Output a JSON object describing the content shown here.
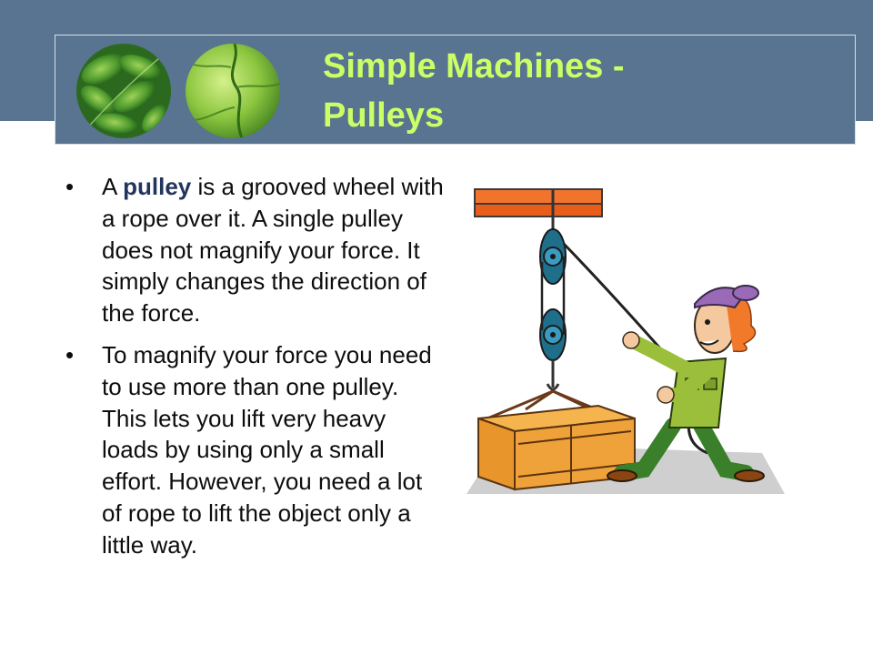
{
  "slide": {
    "title_line1": "Simple Machines -",
    "title_line2": "Pulleys",
    "bullet_marker": "•",
    "bullets": [
      {
        "pre": "A ",
        "bold": "pulley",
        "post": " is a grooved wheel with a rope over it. A single pulley does not magnify your force. It simply changes the direction of the force."
      },
      {
        "text": "To magnify your force you need to use more than one pulley. This lets you lift very heavy loads by using only a small effort. However, you need a lot of rope to lift the object only a little way."
      }
    ]
  },
  "colors": {
    "header_band": "#587491",
    "title_text": "#ccff66",
    "body_text": "#0d0d0d",
    "emphasis": "#22355c"
  },
  "images": {
    "leaf_left": "green-fern-leaf-circle",
    "leaf_right": "green-leaf-circle",
    "illustration": "worker-pulling-rope-on-pulley-lifting-crate"
  }
}
